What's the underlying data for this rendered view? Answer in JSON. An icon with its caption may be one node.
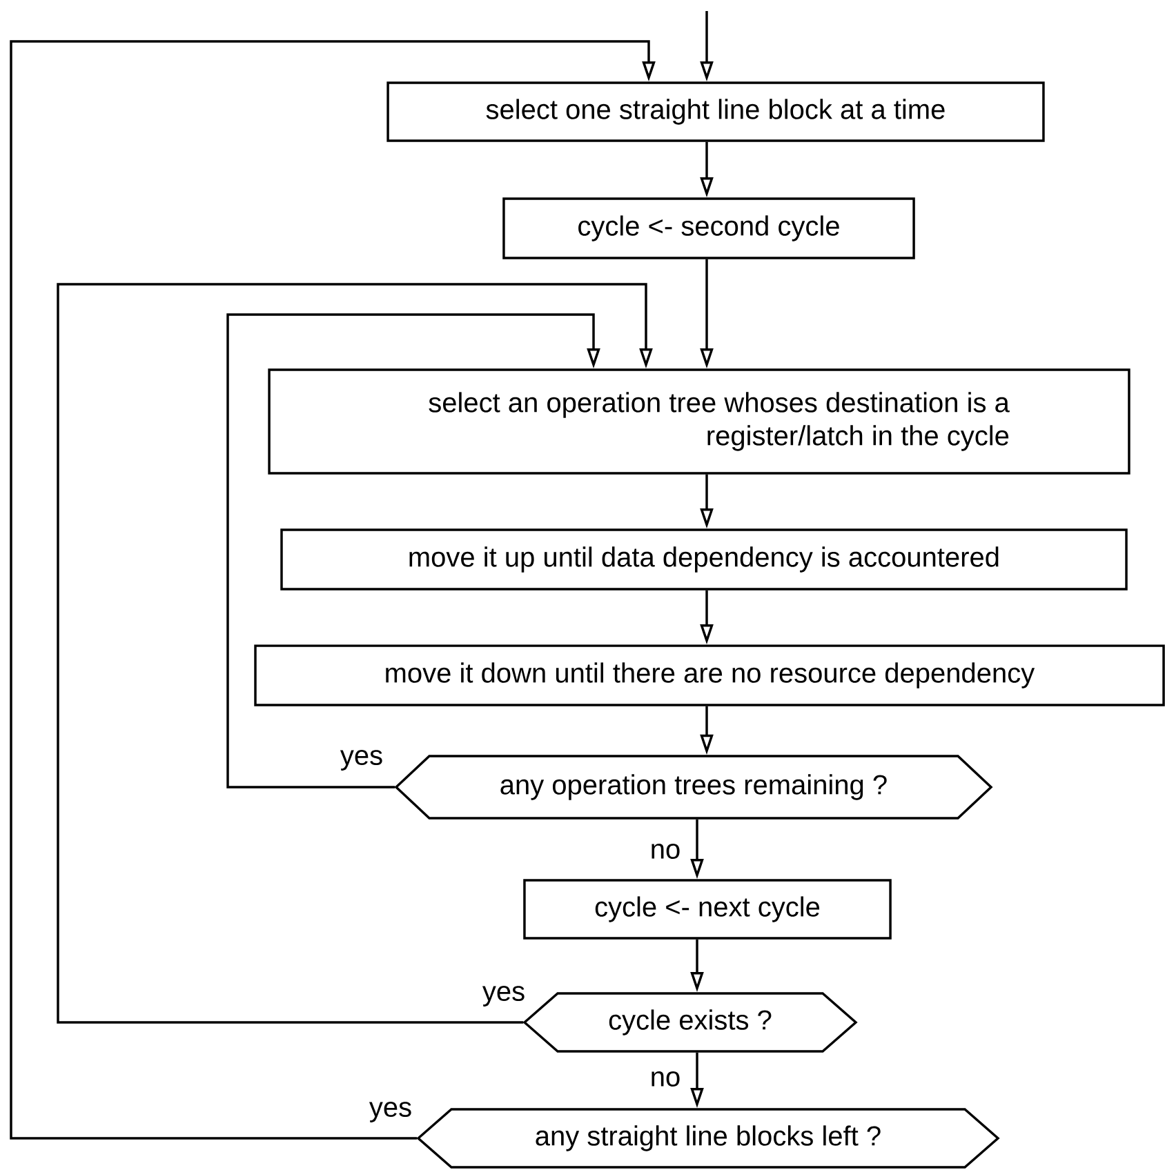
{
  "diagram": {
    "nodes": [
      {
        "text": [
          "select one straight line block at a time"
        ]
      },
      {
        "text": [
          "cycle <- second cycle"
        ]
      },
      {
        "text": [
          "select an operation tree whoses destination is a register/latch in the cycle"
        ]
      },
      {
        "text": [
          "move it up until data dependency is accountered"
        ]
      },
      {
        "text": [
          "move it down until there are no resource dependency"
        ]
      },
      {
        "text": [
          "any operation trees remaining ?"
        ]
      },
      {
        "text": [
          "cycle <- next cycle"
        ]
      },
      {
        "text": [
          "cycle exists ?"
        ]
      },
      {
        "text": [
          "any straight line blocks left ?"
        ]
      }
    ],
    "edges": [
      {
        "from": null,
        "to": 0,
        "arrow": "to"
      },
      {
        "from": 0,
        "to": 1,
        "arrow": "to"
      },
      {
        "from": 1,
        "to": 2,
        "arrow": "to"
      },
      {
        "from": 2,
        "to": 3,
        "arrow": "to"
      },
      {
        "from": 3,
        "to": 4,
        "arrow": "to"
      },
      {
        "from": 4,
        "to": 5,
        "arrow": "to"
      },
      {
        "from": 5,
        "to": 6,
        "arrow": "to",
        "label": "no"
      },
      {
        "from": 6,
        "to": 7,
        "arrow": "to"
      },
      {
        "from": 7,
        "to": 8,
        "arrow": "to",
        "label": "no"
      },
      {
        "from": 5,
        "to": 2,
        "arrow": "to",
        "label": "yes"
      },
      {
        "from": 7,
        "to": 2,
        "arrow": "to",
        "label": "yes"
      },
      {
        "from": 8,
        "to": 0,
        "arrow": "to",
        "label": "yes"
      }
    ]
  }
}
